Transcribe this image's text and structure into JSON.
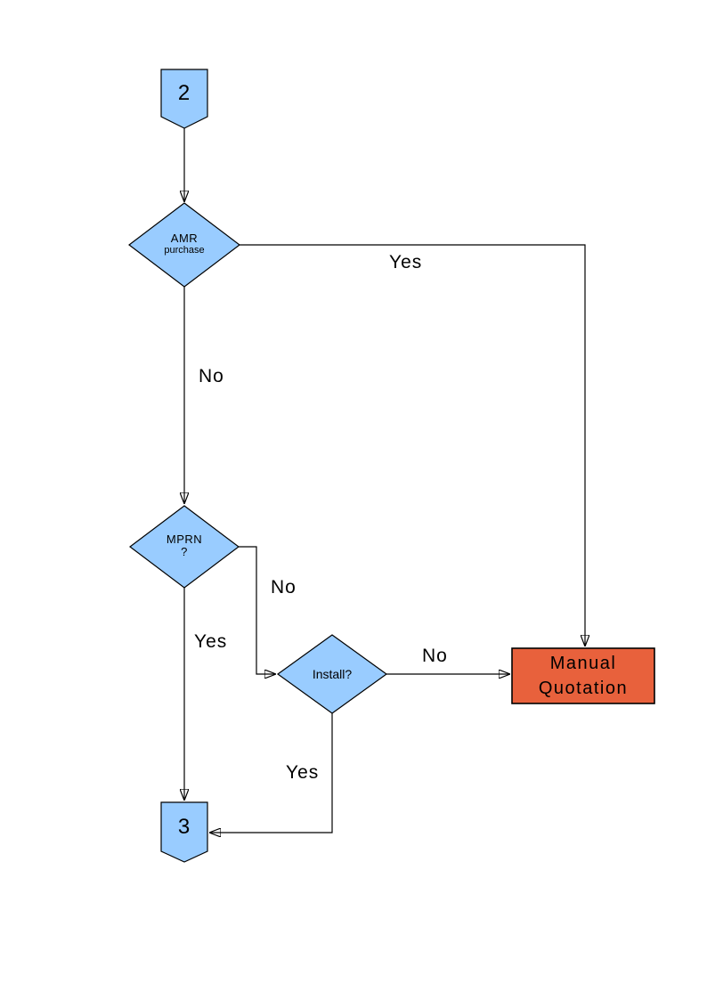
{
  "diagram": {
    "nodes": {
      "connector2": {
        "label": "2",
        "type": "off-page-connector"
      },
      "amr": {
        "title": "AMR",
        "subtitle": "purchase",
        "type": "decision"
      },
      "mprn": {
        "title": "MPRN",
        "subtitle": "?",
        "type": "decision"
      },
      "install": {
        "label": "Install?",
        "type": "decision"
      },
      "manual_quotation": {
        "line1": "Manual",
        "line2": "Quotation",
        "type": "process"
      },
      "connector3": {
        "label": "3",
        "type": "off-page-connector"
      }
    },
    "edge_labels": {
      "amr_yes": "Yes",
      "amr_no": "No",
      "mprn_no": "No",
      "mprn_yes": "Yes",
      "install_no": "No",
      "install_yes": "Yes"
    },
    "colors": {
      "node_fill": "#99CCFF",
      "node_border": "#000000",
      "manual_fill": "#E8613C",
      "line": "#000000"
    }
  }
}
